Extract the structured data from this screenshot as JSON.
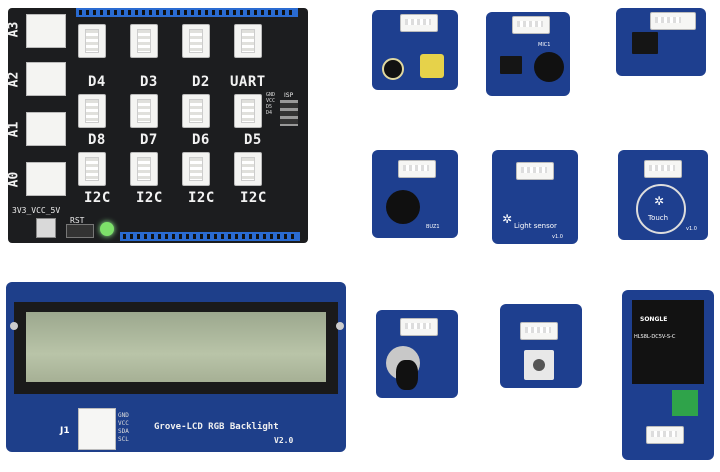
{
  "shield": {
    "top_ports": [
      "D4",
      "D3",
      "D2",
      "UART"
    ],
    "mid_ports_1": [
      "D8",
      "D7",
      "D6",
      "D5"
    ],
    "bottom_ports": [
      "I2C",
      "I2C",
      "I2C",
      "I2C"
    ],
    "analog_ports": [
      "A3",
      "A2",
      "A1",
      "A0"
    ],
    "pin_labels": [
      "GND",
      "VCC",
      "D5",
      "D4"
    ],
    "power_label": "3V3_VCC_5V",
    "reset_label": "RST",
    "isp_label": "ISP"
  },
  "lcd": {
    "title": "Grove-LCD RGB Backlight",
    "version": "V2.0",
    "port_label": "J1",
    "pins": [
      "GND",
      "VCC",
      "SDA",
      "SCL"
    ]
  },
  "modules": {
    "light_sensor_label": "Light sensor",
    "light_sensor_version": "v1.0",
    "touch_label": "Touch",
    "touch_version": "v1.0",
    "relay_brand": "SONGLE",
    "relay_model": "HLS8L-DC5V-S-C",
    "sound_label": "MIC1",
    "buzzer_label": "BUZ1"
  },
  "colors": {
    "pcb_blue": "#1e3f8f",
    "shield_black": "#1c1d1f",
    "header_blue": "#2a6bd1",
    "lcd_green": "#b9c4a8"
  }
}
